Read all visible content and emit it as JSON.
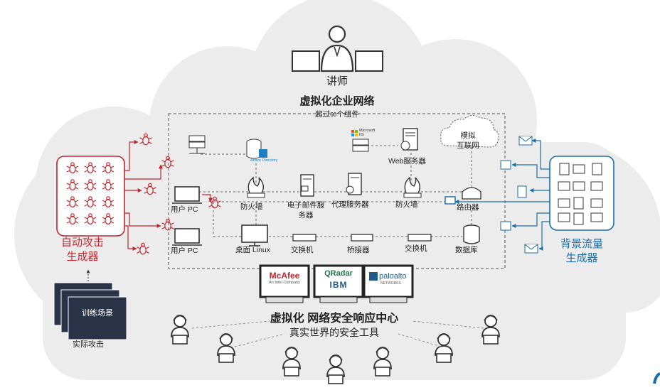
{
  "instructor": {
    "label": "讲师"
  },
  "enterprise": {
    "title": "虚拟化企业网络",
    "subtitle_pre": "超过",
    "subtitle_num": "60",
    "subtitle_post": "个组件"
  },
  "internet": {
    "label": "模拟\n互联网"
  },
  "nodes": {
    "web_server": "Web服务器",
    "firewall_left": "防火墙",
    "mail_server": "电子邮件服\n务器",
    "proxy_server": "代理服务器",
    "firewall_right": "防火墙",
    "router": "路由器",
    "user_pc_1": "用户 PC",
    "user_pc_2": "用户 PC",
    "desktop_linux": "桌面 Linux",
    "switch_1": "交换机",
    "bridge": "桥接器",
    "switch_2": "交换机",
    "database": "数据库",
    "active_directory": "Active Directory",
    "microsoft_iis": "Microsoft\nIIS"
  },
  "attack_generator": {
    "label": "自动攻击\n生成器"
  },
  "background_traffic": {
    "label": "背景流量\n生成器"
  },
  "scenarios": {
    "front": "训练场景",
    "caption": "实际攻击"
  },
  "soc": {
    "title": "虚拟化 网络安全响应中心",
    "subtitle": "真实世界的安全工具"
  },
  "tools": [
    {
      "brand": "McAfee",
      "tagline": "An Intel Company"
    },
    {
      "brand": "QRadar",
      "tagline": "IBM"
    },
    {
      "brand": "paloalto",
      "tagline": "NETWORKS"
    }
  ],
  "colors": {
    "attack_red": "#c0272d",
    "traffic_blue": "#1b6da6",
    "cloud": "#ebebeb",
    "dark_navy": "#2a3347"
  }
}
